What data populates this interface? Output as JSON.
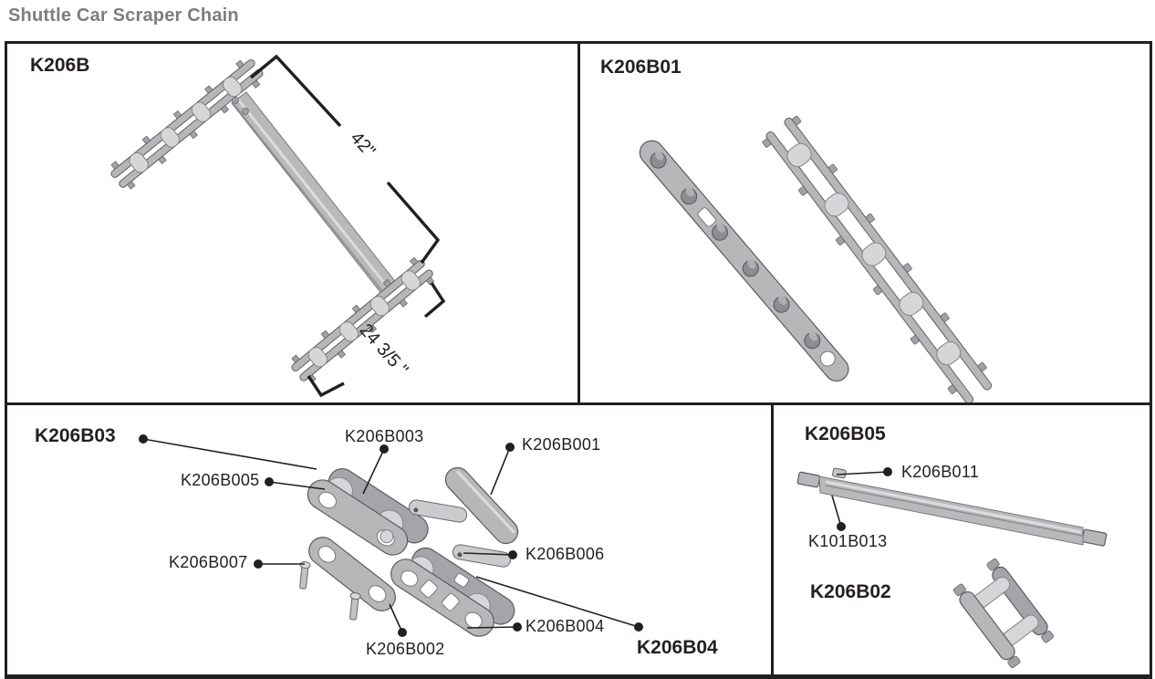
{
  "title": "Shuttle Car Scraper Chain",
  "colors": {
    "ink": "#231f20",
    "title_gray": "#7b7d80",
    "metal": "#b7b7ba"
  },
  "panels": {
    "k206b": {
      "code": "K206B",
      "dim_chain": "42\"",
      "dim_flight": "24 3/5 \""
    },
    "k206b01": {
      "code": "K206B01"
    },
    "k206b03": {
      "code": "K206B03",
      "assembly_code": "K206B04",
      "parts": {
        "p003": "K206B003",
        "p001": "K206B001",
        "p005": "K206B005",
        "p007": "K206B007",
        "p006": "K206B006",
        "p004": "K206B004",
        "p002": "K206B002"
      }
    },
    "k206b05": {
      "code": "K206B05",
      "parts": {
        "p011": "K206B011",
        "p013": "K101B013"
      }
    },
    "k206b02": {
      "code": "K206B02"
    }
  }
}
